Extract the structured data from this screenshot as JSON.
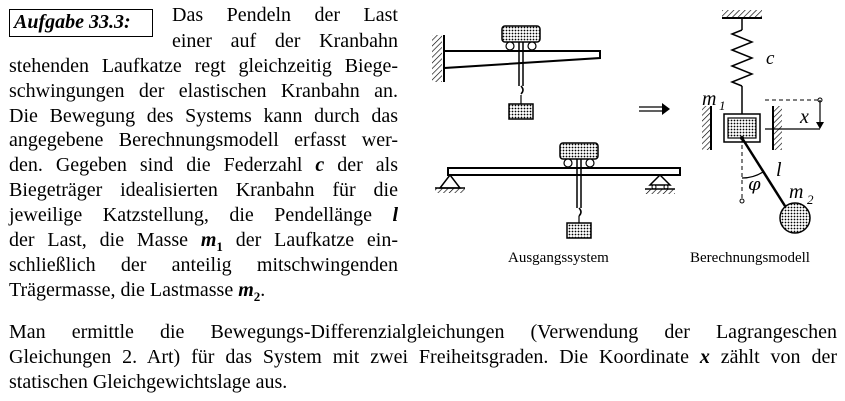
{
  "task": {
    "label": "Aufgabe 33.3:",
    "lines": [
      "Das Pendeln der Last",
      "einer auf der Kranbahn",
      "stehenden Laufkatze regt gleichzeitig Biege-",
      "schwingungen der elastischen Kranbahn an.",
      "Die Bewegung des Systems kann durch das",
      "angegebene Berechnungsmodell erfasst wer-",
      "den. Gegeben sind die Federzahl ",
      " der als",
      "Biegeträger idealisierten Kranbahn für die",
      "jeweilige Katzstellung, die Pendellänge ",
      "der Last, die Masse ",
      " der Laufkatze ein-",
      "schließlich der anteilig mitschwingenden",
      "Trägermasse, die Lastmasse ",
      "."
    ],
    "symbols": {
      "c": "c",
      "l": "l",
      "m": "m",
      "sub1": "1",
      "sub2": "2",
      "x": "x"
    },
    "question_lines": [
      "Man ermittle die Bewegungs-Differenzialgleichungen (Verwendung der Lagrangeschen",
      "Gleichungen 2. Art) für das System mit zwei Freiheitsgraden. Die Koordinate ",
      " zählt von der",
      "statischen Gleichgewichtslage aus."
    ]
  },
  "figure": {
    "captions": {
      "left": "Ausgangssystem",
      "right": "Berechnungsmodell"
    },
    "labels": {
      "c": "c",
      "m1": "m",
      "m1_sub": "1",
      "x": "x",
      "l": "l",
      "phi": "φ",
      "m2": "m",
      "m2_sub": "2"
    }
  }
}
